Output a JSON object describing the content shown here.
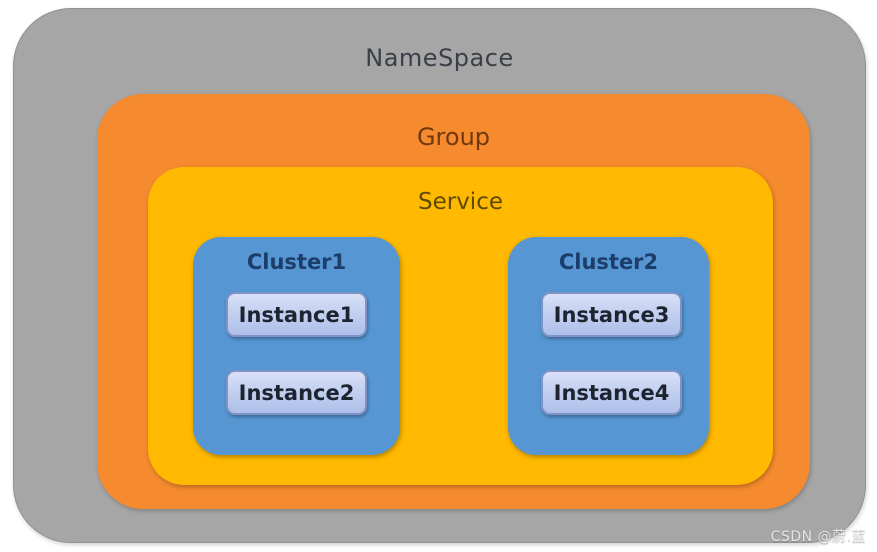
{
  "diagram": {
    "namespace_label": "NameSpace",
    "group_label": "Group",
    "service_label": "Service",
    "clusters": [
      {
        "label": "Cluster1",
        "instances": [
          "Instance1",
          "Instance2"
        ]
      },
      {
        "label": "Cluster2",
        "instances": [
          "Instance3",
          "Instance4"
        ]
      }
    ]
  },
  "watermark": {
    "text": "CSDN @蔚.蓝"
  },
  "colors": {
    "namespace_fill": "#a6a6a6",
    "group_fill": "#f58a2e",
    "service_fill": "#ffb900",
    "cluster_fill": "#5596d3",
    "instance_fill_top": "#d9e1f7",
    "instance_fill_bottom": "#aebfe9",
    "instance_border": "#8093c6",
    "namespace_text": "#3a3f47",
    "group_text": "#73390e",
    "service_text": "#5e4a00",
    "cluster_text": "#1d3e6b",
    "instance_text": "#1e2330"
  }
}
